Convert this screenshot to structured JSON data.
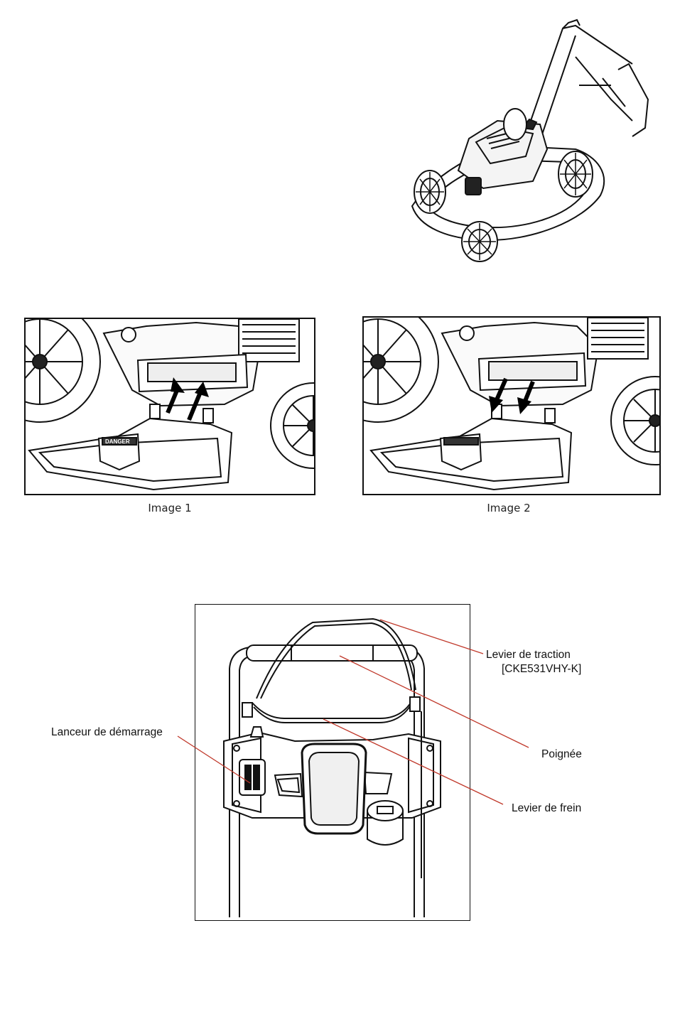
{
  "figures": {
    "image1_caption": "Image 1",
    "image2_caption": "Image 2",
    "danger_plate": "DANGER"
  },
  "callouts": {
    "traction_lever_line1": "Levier de traction",
    "traction_lever_line2": "[CKE531VHY-K]",
    "handle": "Poignée",
    "brake_lever": "Levier de frein",
    "starter": "Lanceur de démarrage"
  },
  "colors": {
    "leader_line": "#c0392b",
    "ink": "#111111"
  }
}
